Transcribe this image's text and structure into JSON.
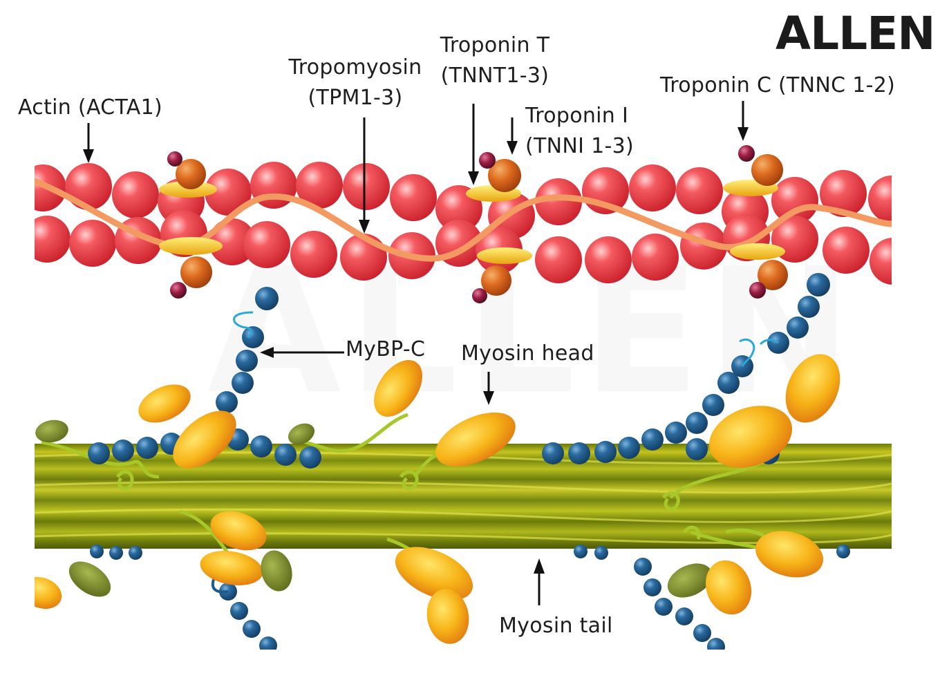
{
  "brand": {
    "logo_text": "ALLEN",
    "watermark_text": "ALLEN"
  },
  "labels": {
    "actin": "Actin (ACTA1)",
    "tropomyosin_line1": "Tropomyosin",
    "tropomyosin_line2": "(TPM1-3)",
    "troponin_t_line1": "Troponin T",
    "troponin_t_line2": "(TNNT1-3)",
    "troponin_i_line1": "Troponin I",
    "troponin_i_line2": "(TNNI 1-3)",
    "troponin_c": "Troponin C (TNNC 1-2)",
    "mybp_c": "MyBP-C",
    "myosin_head": "Myosin head",
    "myosin_tail": "Myosin tail"
  },
  "colors": {
    "actin": "#e8333e",
    "tropomyosin": "#f28a52",
    "troponin_t": "#f5c21a",
    "troponin_i": "#d86a1c",
    "troponin_c": "#8c1a3a",
    "mybp_c": "#1f5a8c",
    "myosin_head": "#f5b21a",
    "myosin_tail": "#8c9a10"
  }
}
